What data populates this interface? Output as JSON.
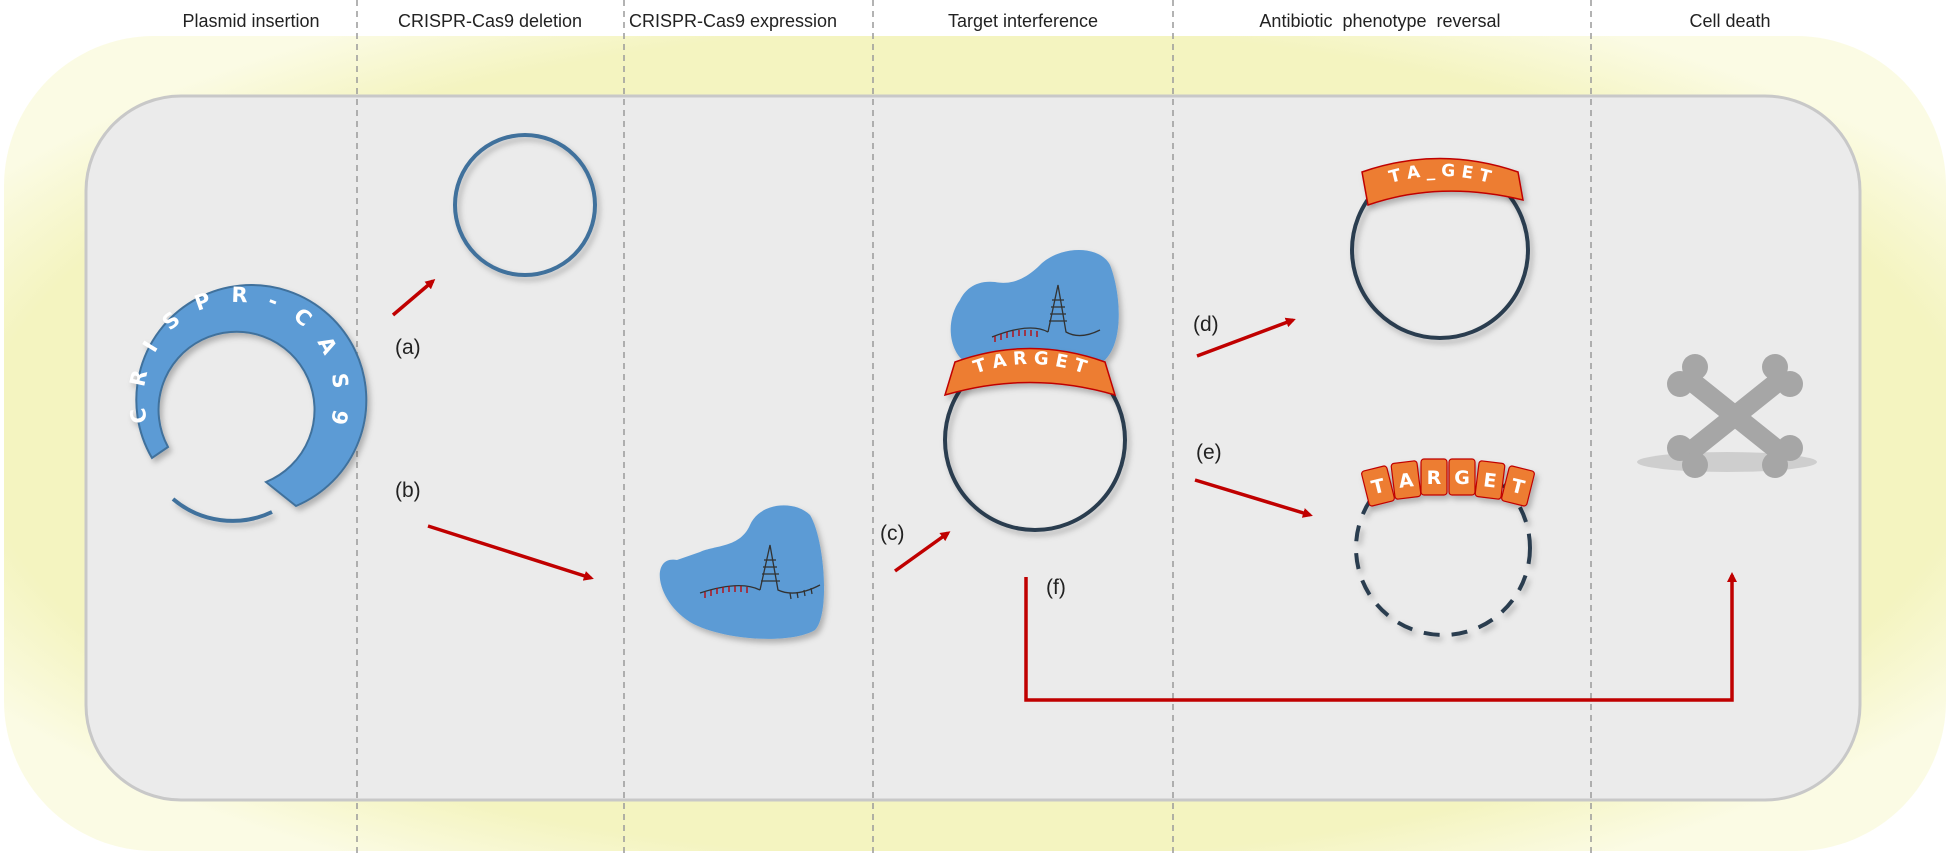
{
  "stages": [
    "Plasmid insertion",
    "CRISPR-Cas9 deletion",
    "CRISPR-Cas9 expression",
    "Target interference",
    "Antibiotic  phenotype  reversal",
    "Cell death"
  ],
  "plasmid_label": "C R I S P R - C A S 9",
  "steps": {
    "a": "(a)",
    "b": "(b)",
    "c": "(c)",
    "d": "(d)",
    "e": "(e)",
    "f": "(f)"
  },
  "tags": {
    "bound": "T A R G E T",
    "mutated": "T A _ G E T",
    "fragmented": [
      "T",
      "A",
      "R",
      "G",
      "E",
      "T"
    ]
  },
  "colors": {
    "cell_wall": "#f6f6c9",
    "cytoplasm": "#ebebeb",
    "cas9": "#5b9bd5",
    "plasmid_ring": "#41719c",
    "target_tag": "#ed7d31",
    "target_plasmid": "#2c3e50",
    "arrow": "#c00000",
    "death_icon": "#a6a6a6"
  },
  "icons": {
    "death": "crossbones-icon",
    "cas9": "cas9-protein-icon"
  }
}
